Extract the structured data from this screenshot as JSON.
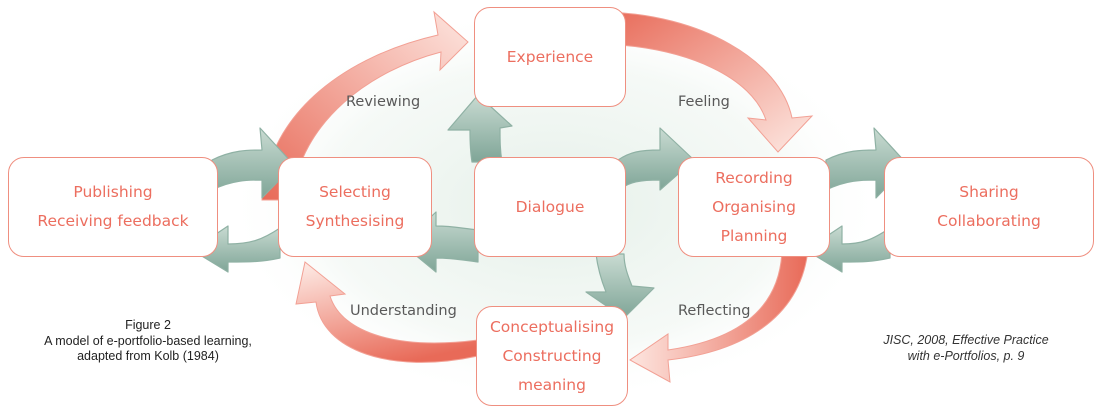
{
  "nodes": {
    "experience": [
      "Experience"
    ],
    "publishing": [
      "Publishing",
      "Receiving feedback"
    ],
    "selecting": [
      "Selecting",
      "Synthesising"
    ],
    "dialogue": [
      "Dialogue"
    ],
    "recording": [
      "Recording",
      "Organising",
      "Planning"
    ],
    "sharing": [
      "Sharing",
      "Collaborating"
    ],
    "conceptualising": [
      "Conceptualising",
      "Constructing",
      "meaning"
    ]
  },
  "labels": {
    "reviewing": "Reviewing",
    "feeling": "Feeling",
    "understanding": "Understanding",
    "reflecting": "Reflecting"
  },
  "caption": [
    "Figure 2",
    "A model of e-portfolio-based learning,",
    "adapted from Kolb (1984)"
  ],
  "citation": [
    "JISC, 2008, Effective Practice",
    "with e-Portfolios, p. 9"
  ],
  "colors": {
    "box_text": "#ec6e5f",
    "box_border": "#ef8f80",
    "cycle_arrow": "#f08070",
    "exchange_arrow": "#8fb1a4",
    "label_text": "#595959"
  }
}
